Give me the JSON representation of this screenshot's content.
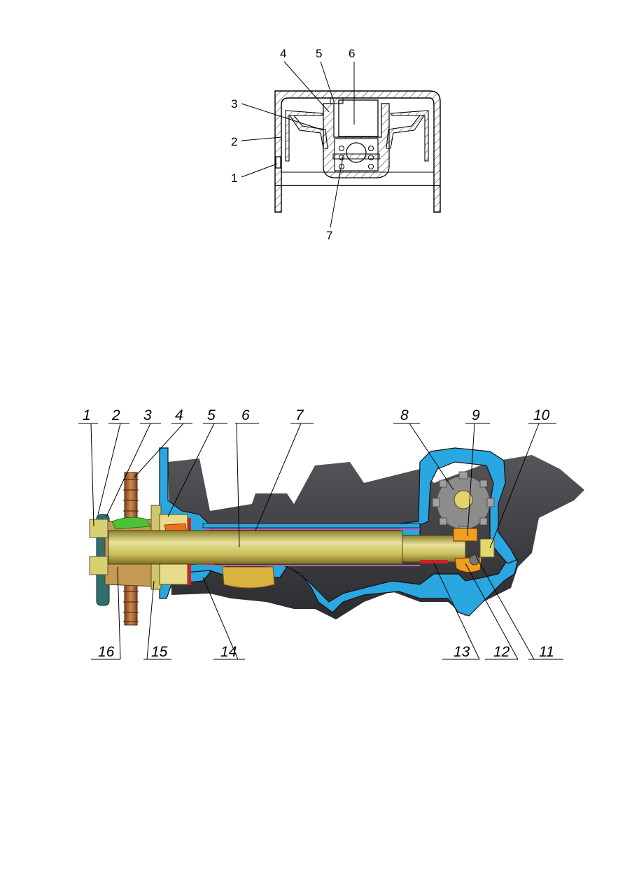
{
  "figure_top": {
    "labels": [
      "1",
      "2",
      "3",
      "4",
      "5",
      "6",
      "7"
    ]
  },
  "figure_bottom": {
    "top_labels": [
      "1",
      "2",
      "3",
      "4",
      "5",
      "6",
      "7",
      "8",
      "9",
      "10"
    ],
    "bottom_labels": [
      "16",
      "15",
      "14",
      "13",
      "12",
      "11"
    ]
  },
  "colors": {
    "housing_cut": "#2aa7e0",
    "housing_body": "#3a3a3e",
    "shaft": "#cfc76a",
    "gear_bronze": "#b06b3a",
    "pinion": "#8c8c8c",
    "orange_part": "#f0a020",
    "green_part": "#4cc23a",
    "seal_red": "#d02020",
    "bush_purple": "#b060c0"
  }
}
